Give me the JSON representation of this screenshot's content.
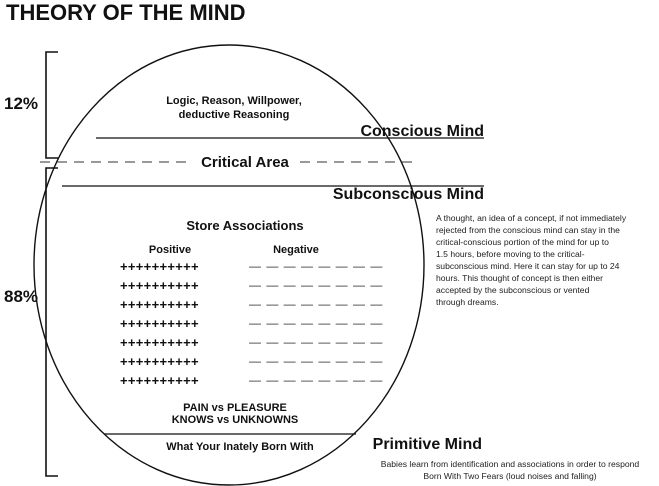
{
  "title": "THEORY OF THE MIND",
  "percentages": {
    "upper": "12%",
    "lower": "88%"
  },
  "conscious": {
    "label": "Conscious Mind",
    "content_line1": "Logic, Reason, Willpower,",
    "content_line2": "deductive Reasoning"
  },
  "critical_area": {
    "label": "Critical Area"
  },
  "subconscious": {
    "label": "Subconscious Mind",
    "heading": "Store Associations",
    "positive_label": "Positive",
    "negative_label": "Negative",
    "positive_rows": [
      "++++++++++",
      "++++++++++",
      "++++++++++",
      "++++++++++",
      "++++++++++",
      "++++++++++",
      "++++++++++"
    ],
    "negative_rows": [
      "— — — — — — — —",
      "— — — — — — — —",
      "— — — — — — — —",
      "— — — — — — — —",
      "— — — — — — — —",
      "— — — — — — — —",
      "— — — — — — — —"
    ],
    "pain_line": "PAIN vs PLEASURE",
    "knows_line": "KNOWS vs UNKNOWNS"
  },
  "primitive": {
    "label": "Primitive Mind",
    "content": "What Your Inately Born With"
  },
  "side_note_lines": [
    "A thought, an idea of a concept, if not immediately",
    "rejected from the conscious mind can stay in the",
    "critical-conscious portion of the mind for up to",
    "1.5 hours, before moving to the critical-",
    "subconscious mind. Here it can stay for up to 24",
    "hours. This thought of concept is then either",
    "accepted by the subconscious or vented",
    "through dreams."
  ],
  "bottom_note": {
    "line1": "Babies learn from identification and associations in order to respond",
    "line2": "Born With Two Fears (loud noises and falling)"
  }
}
